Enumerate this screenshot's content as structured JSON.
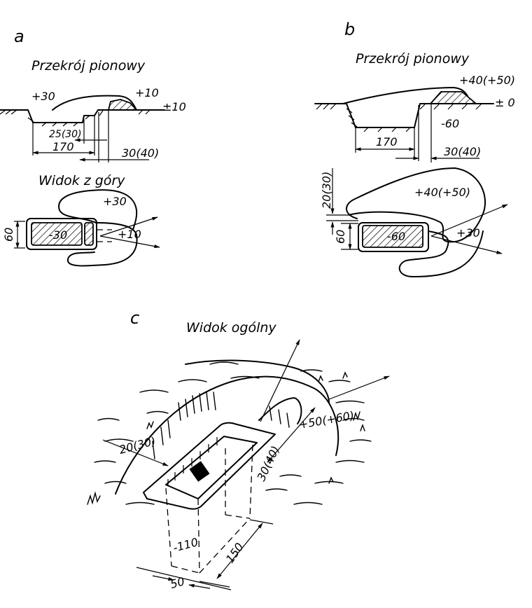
{
  "panel_a": {
    "letter": "a",
    "section_title": "Przekrój pionowy",
    "section_labels": {
      "parapet": "+30",
      "mound": "+10",
      "ground": "±10",
      "step": "25(30)",
      "width": "170",
      "offset": "30(40)"
    },
    "top_title": "Widok z góry",
    "top_labels": {
      "parapet": "+30",
      "pit": "-30",
      "sector": "+10",
      "width": "60"
    }
  },
  "panel_b": {
    "letter": "b",
    "section_title": "Przekrój pionowy",
    "section_labels": {
      "mound": "+40(+50)",
      "ground": "± 0",
      "depth": "-60",
      "width": "170",
      "offset": "30(40)"
    },
    "top_labels": {
      "gap": "20(30)",
      "width": "60",
      "parapet": "+40(+50)",
      "pit": "-60",
      "sector": "+30"
    }
  },
  "panel_c": {
    "letter": "c",
    "title": "Widok ogólny",
    "labels": {
      "rim": "20(30)",
      "rim_width": "30(40)",
      "mound": "+50(+60)",
      "depth": "-110",
      "length": "150",
      "width": "50"
    }
  }
}
